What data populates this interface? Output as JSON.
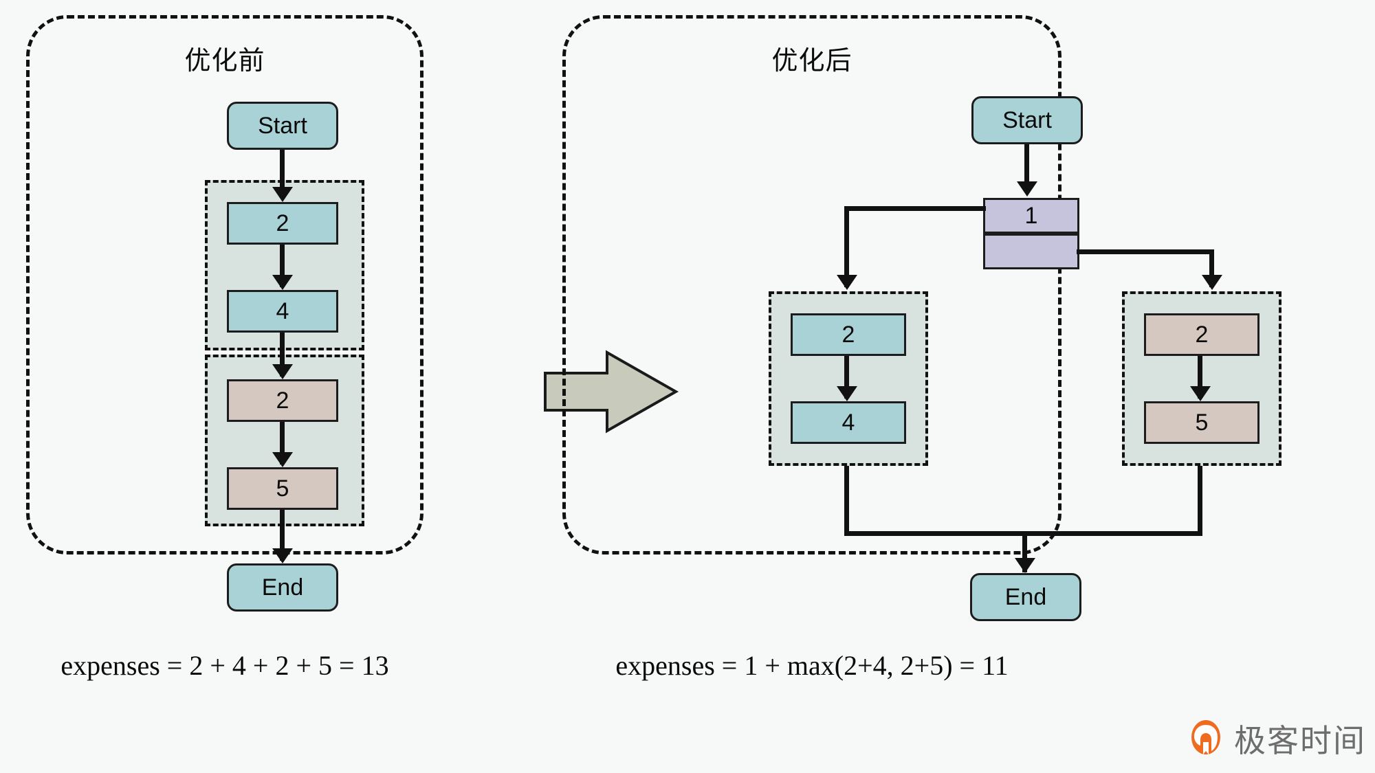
{
  "diagram": {
    "panels": [
      {
        "id": "before",
        "title": "优化前",
        "formula": "expenses = 2 + 4 + 2 + 5 = 13",
        "nodes": [
          {
            "name": "start",
            "label": "Start",
            "color": "teal"
          },
          {
            "name": "step-2a",
            "label": "2",
            "color": "teal"
          },
          {
            "name": "step-4",
            "label": "4",
            "color": "teal"
          },
          {
            "name": "step-2b",
            "label": "2",
            "color": "tan"
          },
          {
            "name": "step-5",
            "label": "5",
            "color": "tan"
          },
          {
            "name": "end",
            "label": "End",
            "color": "teal"
          }
        ]
      },
      {
        "id": "after",
        "title": "优化后",
        "formula": "expenses = 1 + max(2+4, 2+5) = 11",
        "nodes": [
          {
            "name": "start",
            "label": "Start",
            "color": "teal"
          },
          {
            "name": "fork",
            "label": "1",
            "color": "purple"
          },
          {
            "name": "fork-lower",
            "label": "",
            "color": "purple"
          },
          {
            "name": "left-step-2",
            "label": "2",
            "color": "teal"
          },
          {
            "name": "left-step-4",
            "label": "4",
            "color": "teal"
          },
          {
            "name": "right-step-2",
            "label": "2",
            "color": "tan"
          },
          {
            "name": "right-step-5",
            "label": "5",
            "color": "tan"
          },
          {
            "name": "end",
            "label": "End",
            "color": "teal"
          }
        ]
      }
    ]
  },
  "watermark": {
    "text": "极客时间",
    "logo_color": "#ef6b20"
  },
  "colors": {
    "teal": "#a8d2d6",
    "tan": "#d5c8c0",
    "purple": "#c6c3dd",
    "group_fill": "#d8e3df",
    "arrow_fill": "#c8cabc",
    "stroke": "#111111",
    "background": "#f7f9f8"
  }
}
